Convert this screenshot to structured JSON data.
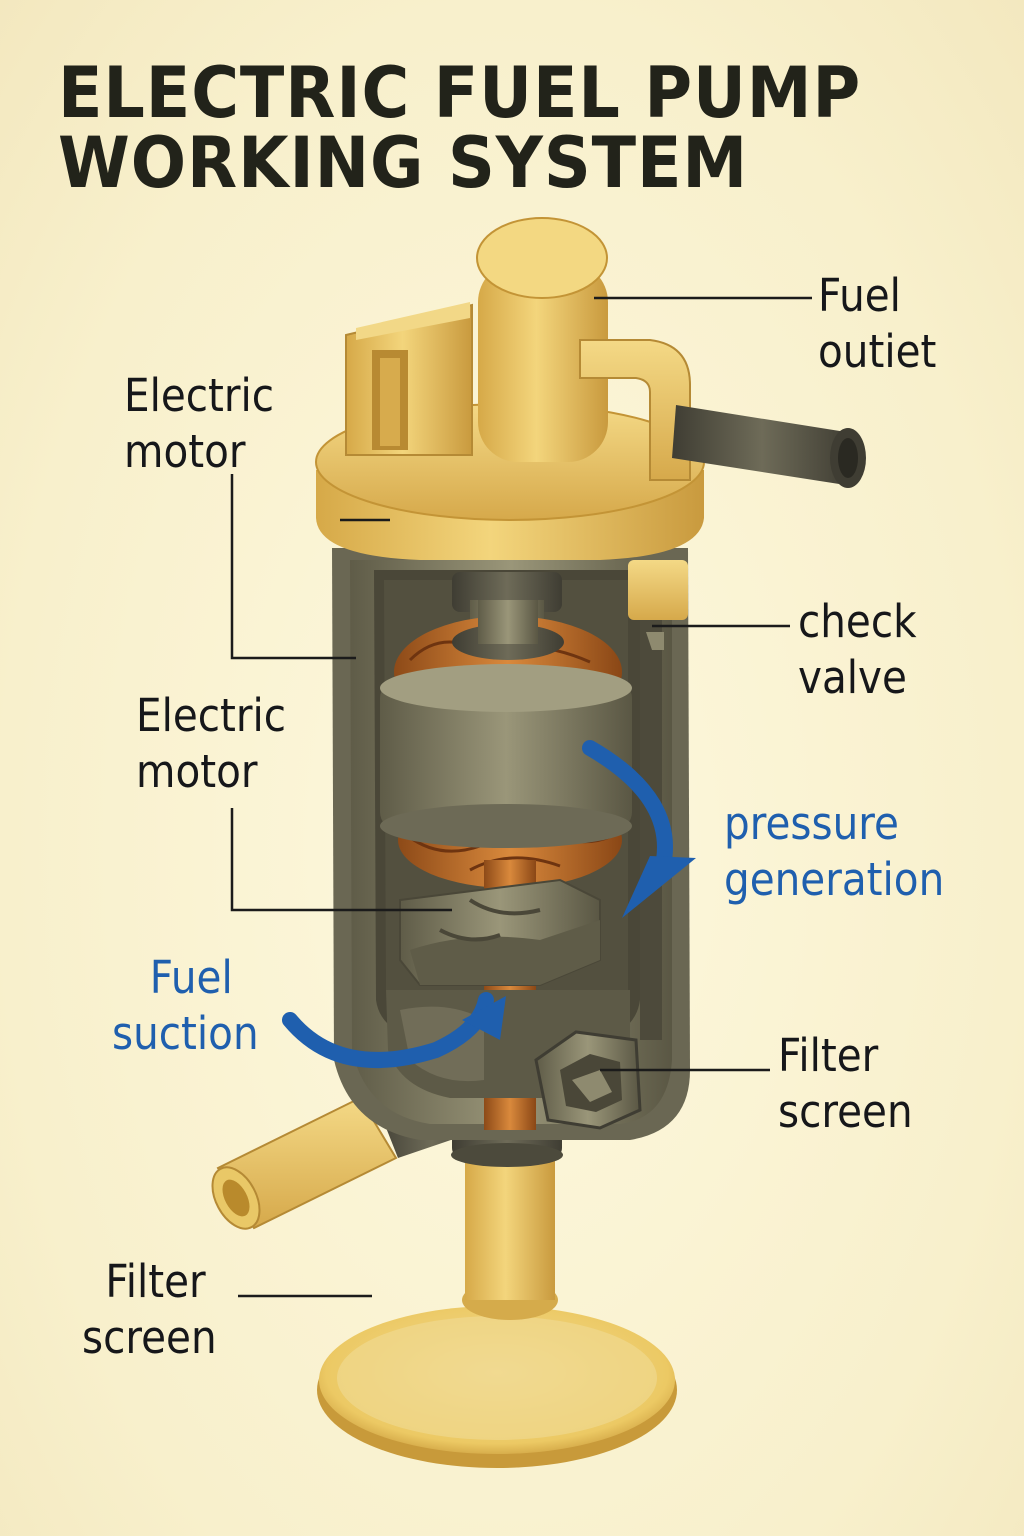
{
  "title": {
    "line1": "ELECTRIC FUEL PUMP",
    "line2": "WORKING SYSTEM"
  },
  "labels": {
    "fuel_outlet": {
      "line1": "Fuel",
      "line2": "outiet"
    },
    "electric_motor_top": {
      "line1": "Electric",
      "line2": "motor"
    },
    "check_valve": {
      "line1": "check",
      "line2": "valve"
    },
    "electric_motor_mid": {
      "line1": "Electric",
      "line2": "motor"
    },
    "pressure_generation": {
      "line1": "pressure",
      "line2": "generation"
    },
    "fuel_suction": {
      "line1": "Fuel",
      "line2": "suction"
    },
    "filter_screen_right": {
      "line1": "Filter",
      "line2": "screen"
    },
    "filter_screen_left": {
      "line1": "Filter",
      "line2": "screen"
    }
  },
  "colors": {
    "background": "#fbf6d9",
    "housing_yellow": "#ecc866",
    "metal_gray": "#7e7a62",
    "copper": "#c0732c",
    "flow_arrow_blue": "#1f5fae",
    "text_dark": "#16171a"
  }
}
